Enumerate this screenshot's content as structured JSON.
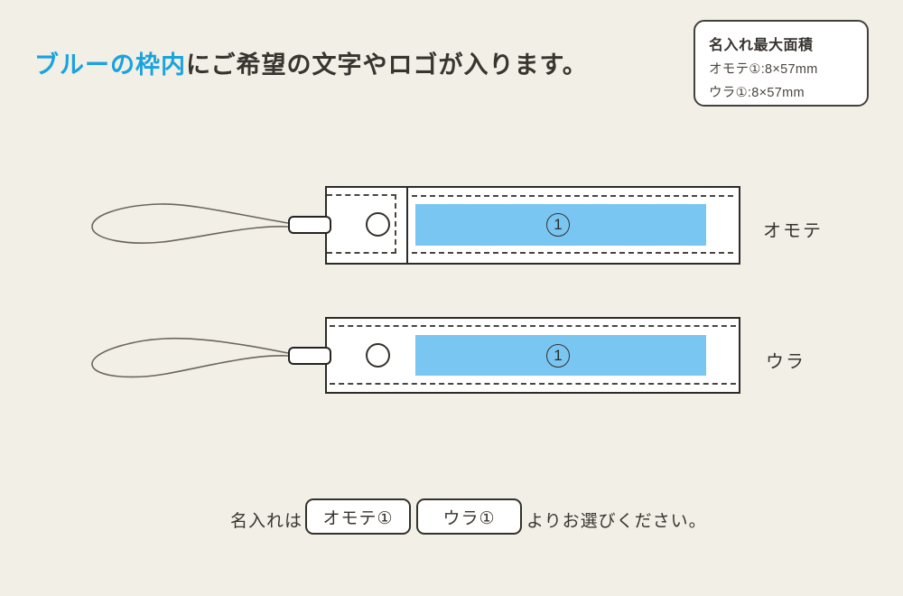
{
  "title": {
    "highlight": "ブルーの枠内",
    "rest": "にご希望の文字やロゴが入ります。"
  },
  "info_box": {
    "title": "名入れ最大面積",
    "lines": [
      "オモテ①:8×57mm",
      "ウラ①:8×57mm"
    ]
  },
  "straps": [
    {
      "side_label": "オモテ",
      "print_area_number": "1"
    },
    {
      "side_label": "ウラ",
      "print_area_number": "1"
    }
  ],
  "footer": {
    "prefix": "名入れは",
    "options": [
      "オモテ①",
      "ウラ①"
    ],
    "suffix": "よりお選びください。"
  },
  "colors": {
    "background": "#F2EFE6",
    "accent_blue": "#1AA3DE",
    "print_area_blue": "#7AC6F2",
    "outline": "#2E2B27"
  }
}
